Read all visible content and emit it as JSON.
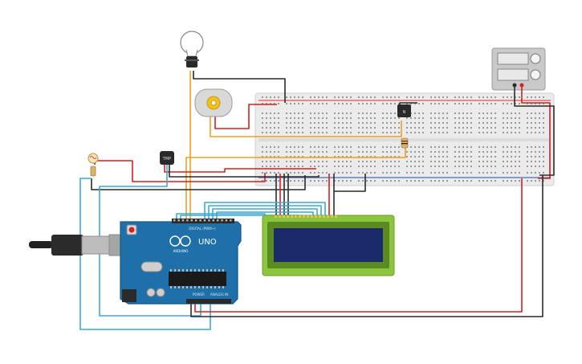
{
  "canvas": {
    "background": "#ffffff"
  },
  "arduino": {
    "model_label": "UNO",
    "brand_label": "ARDUINO",
    "digital_header_label": "DIGITAL (PWM~)",
    "power_label": "POWER",
    "analog_label": "ANALOG IN",
    "board_color": "#1f6fa8",
    "board_edge": "#155a8c"
  },
  "sensor": {
    "label": "TMP"
  },
  "power_supply": {
    "display_color": "#d8d8d8"
  },
  "colors": {
    "wire_red": "#d42020",
    "wire_black": "#2a2a2a",
    "wire_orange": "#f0a020",
    "wire_cyan": "#3aaad0",
    "wire_gray": "#555555",
    "lcd_board": "#8cc63f",
    "lcd_screen": "#1b2a6b",
    "breadboard": "#e9e9e9",
    "motor_body": "#d9d9d9",
    "motor_hub": "#f2c21a"
  }
}
